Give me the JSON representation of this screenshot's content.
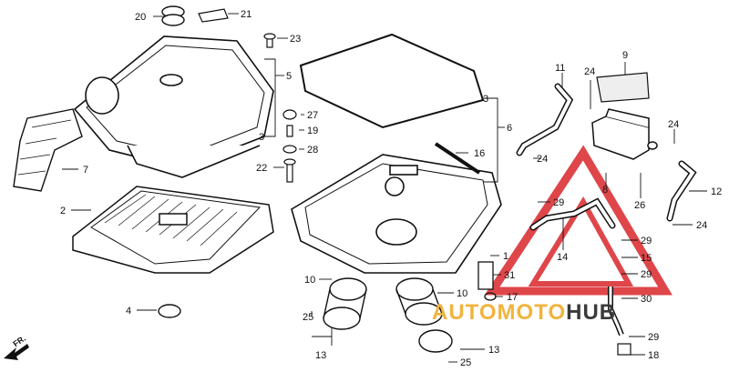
{
  "diagram": {
    "parts": [
      {
        "id": "p20",
        "text": "20"
      },
      {
        "id": "p21",
        "text": "21"
      },
      {
        "id": "p23",
        "text": "23"
      },
      {
        "id": "p5",
        "text": "5"
      },
      {
        "id": "p3a",
        "text": "3"
      },
      {
        "id": "p3b",
        "text": "3"
      },
      {
        "id": "p6",
        "text": "6"
      },
      {
        "id": "p27",
        "text": "27"
      },
      {
        "id": "p19",
        "text": "19"
      },
      {
        "id": "p28",
        "text": "28"
      },
      {
        "id": "p22",
        "text": "22"
      },
      {
        "id": "p7",
        "text": "7"
      },
      {
        "id": "p2",
        "text": "2"
      },
      {
        "id": "p4",
        "text": "4"
      },
      {
        "id": "p16",
        "text": "16"
      },
      {
        "id": "p11",
        "text": "11"
      },
      {
        "id": "p24a",
        "text": "24"
      },
      {
        "id": "p9",
        "text": "9"
      },
      {
        "id": "p24b",
        "text": "24"
      },
      {
        "id": "p24c",
        "text": "24"
      },
      {
        "id": "p12",
        "text": "12"
      },
      {
        "id": "p8",
        "text": "8"
      },
      {
        "id": "p26",
        "text": "26"
      },
      {
        "id": "p24d",
        "text": "24"
      },
      {
        "id": "p29a",
        "text": "29"
      },
      {
        "id": "p29b",
        "text": "29"
      },
      {
        "id": "p15",
        "text": "15"
      },
      {
        "id": "p29c",
        "text": "29"
      },
      {
        "id": "p14",
        "text": "14"
      },
      {
        "id": "p1",
        "text": "1"
      },
      {
        "id": "p31",
        "text": "31"
      },
      {
        "id": "p17",
        "text": "17"
      },
      {
        "id": "p30",
        "text": "30"
      },
      {
        "id": "p10a",
        "text": "10"
      },
      {
        "id": "p10b",
        "text": "10"
      },
      {
        "id": "p25a",
        "text": "25"
      },
      {
        "id": "p25b",
        "text": "25"
      },
      {
        "id": "p13a",
        "text": "13"
      },
      {
        "id": "p13b",
        "text": "13"
      },
      {
        "id": "p29d",
        "text": "29"
      },
      {
        "id": "p18",
        "text": "18"
      }
    ]
  },
  "watermark": {
    "part1": "AUTOMOTO",
    "part2": "HUB"
  },
  "direction_mark": "FR.",
  "colors": {
    "line": "#111111",
    "watermark_red": "#d9262b",
    "watermark_gold": "#f0b43c",
    "watermark_gray": "#3a3a3a"
  }
}
